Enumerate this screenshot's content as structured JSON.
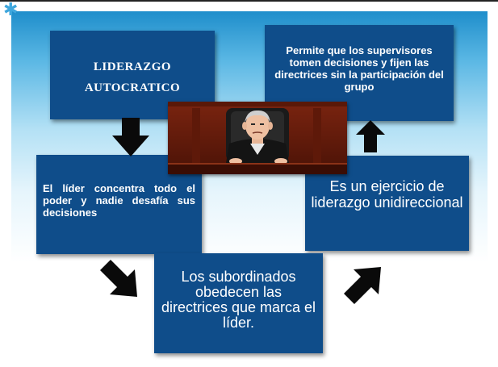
{
  "title_box": {
    "line1": "LIDERAZGO",
    "line2": "AUTOCRATICO"
  },
  "top_right_box": {
    "text": "Permite que los supervisores tomen decisiones y fijen las directrices sin la participación del grupo"
  },
  "left_box": {
    "text": "El líder concentra todo el poder y nadie desafía sus decisiones"
  },
  "right_box": {
    "text": "Es un ejercicio de liderazgo unidireccional"
  },
  "bottom_box": {
    "text": "Los subordinados obedecen las directrices que marca el líder."
  },
  "photo": {
    "depicts": "cartoon judge seated at bench"
  },
  "colors": {
    "box_fill": "#0f4d8a",
    "box_text": "#ffffff",
    "arrow": "#0a0a0a",
    "backdrop_top": "#1f8ecb",
    "star": "#3fa7dd"
  },
  "icons": [
    "star-icon",
    "arrow-down-icon",
    "arrow-down-right-icon",
    "arrow-up-right-icon",
    "arrow-up-icon"
  ]
}
